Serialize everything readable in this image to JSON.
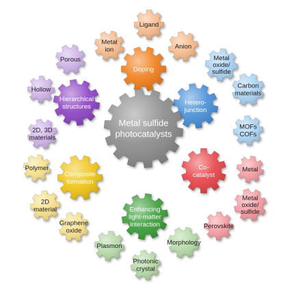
{
  "center": {
    "lines": [
      "Metal sulfide",
      "photocatalysts"
    ],
    "color": "#8c8c8c"
  },
  "main_gears": [
    {
      "id": "doping",
      "lines": [
        "Doping"
      ],
      "color": "#f07f1e"
    },
    {
      "id": "heterojunction",
      "lines": [
        "Hetero-",
        "junction"
      ],
      "color": "#4a90d9"
    },
    {
      "id": "cocatalyst",
      "lines": [
        "Co-",
        "catalyst"
      ],
      "color": "#e8454a"
    },
    {
      "id": "enhancing",
      "lines": [
        "Enhancing",
        "light-matter",
        "interaction"
      ],
      "color": "#3c9e3a"
    },
    {
      "id": "composite",
      "lines": [
        "Composite",
        "formation"
      ],
      "color": "#f0c419"
    },
    {
      "id": "hierarchical",
      "lines": [
        "Hierarchical",
        "structures"
      ],
      "color": "#8e44c4"
    }
  ],
  "sub_gears": [
    {
      "lines": [
        "Ligand"
      ],
      "color": "#f6b98a"
    },
    {
      "lines": [
        "Metal",
        "ion"
      ],
      "color": "#f6b98a"
    },
    {
      "lines": [
        "Anion"
      ],
      "color": "#f6b98a"
    },
    {
      "lines": [
        "Metal",
        "oxide/",
        "sulfide"
      ],
      "color": "#a9d1f2"
    },
    {
      "lines": [
        "Carbon",
        "materials"
      ],
      "color": "#a9d1f2"
    },
    {
      "lines": [
        "MOFs",
        "COFs"
      ],
      "color": "#a9d1f2"
    },
    {
      "lines": [
        "Metal"
      ],
      "color": "#f49aa0"
    },
    {
      "lines": [
        "Metal",
        "oxide/",
        "sulfide"
      ],
      "color": "#f49aa0"
    },
    {
      "lines": [
        "Perovskite"
      ],
      "color": "#f49aa0"
    },
    {
      "lines": [
        "Morphology"
      ],
      "color": "#b5d9a6"
    },
    {
      "lines": [
        "Photonic",
        "crystal"
      ],
      "color": "#b5d9a6"
    },
    {
      "lines": [
        "Plasmon"
      ],
      "color": "#b5d9a6"
    },
    {
      "lines": [
        "Graphene",
        "oxide"
      ],
      "color": "#f7e08a"
    },
    {
      "lines": [
        "2D",
        "material"
      ],
      "color": "#f7e08a"
    },
    {
      "lines": [
        "Polymer"
      ],
      "color": "#f7e08a"
    },
    {
      "lines": [
        "2D, 3D",
        "materials"
      ],
      "color": "#cfb2ea"
    },
    {
      "lines": [
        "Hollow"
      ],
      "color": "#cfb2ea"
    },
    {
      "lines": [
        "Porous"
      ],
      "color": "#cfb2ea"
    }
  ]
}
